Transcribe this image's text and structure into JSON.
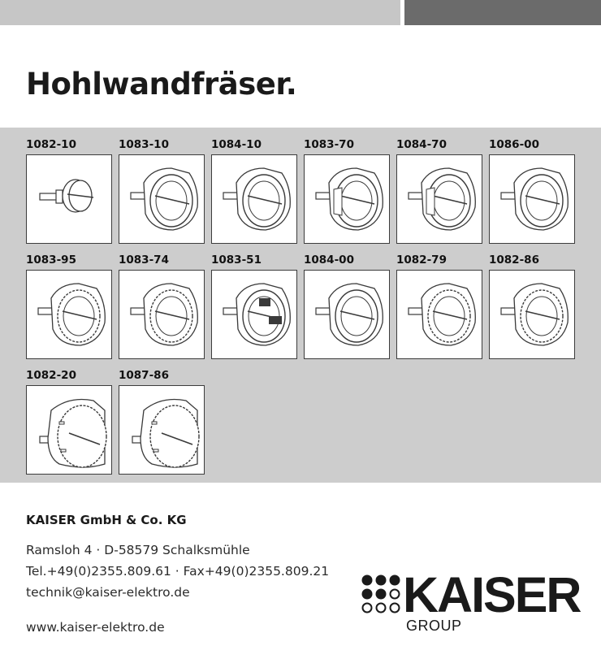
{
  "header": {
    "title": "Hohlwandfräser."
  },
  "products": [
    {
      "code": "1082-10",
      "icon": "small-hole-saw-icon"
    },
    {
      "code": "1083-10",
      "icon": "hole-saw-icon"
    },
    {
      "code": "1084-10",
      "icon": "hole-saw-icon"
    },
    {
      "code": "1083-70",
      "icon": "kaiser-hole-saw-icon"
    },
    {
      "code": "1084-70",
      "icon": "kaiser-hole-saw-icon"
    },
    {
      "code": "1086-00",
      "icon": "hole-saw-icon"
    },
    {
      "code": "1083-95",
      "icon": "carbide-hole-saw-icon"
    },
    {
      "code": "1083-74",
      "icon": "carbide-hole-saw-icon"
    },
    {
      "code": "1083-51",
      "icon": "multi-material-hole-saw-icon"
    },
    {
      "code": "1084-00",
      "icon": "hole-saw-icon"
    },
    {
      "code": "1082-79",
      "icon": "bimetal-hole-saw-icon"
    },
    {
      "code": "1082-86",
      "icon": "bimetal-hole-saw-icon"
    },
    {
      "code": "1082-20",
      "icon": "large-bimetal-hole-saw-icon"
    },
    {
      "code": "1087-86",
      "icon": "large-bimetal-hole-saw-icon"
    }
  ],
  "footer": {
    "company": "KAISER GmbH & Co. KG",
    "address": "Ramsloh 4 · D-58579 Schalksmühle",
    "phone": "Tel.+49(0)2355.809.61 · Fax+49(0)2355.809.21",
    "email": "technik@kaiser-elektro.de",
    "website": "www.kaiser-elektro.de"
  },
  "logo": {
    "word": "KAISER",
    "sub": "GROUP",
    "icon": "kaiser-dots-logo-icon"
  },
  "colors": {
    "top_bar_light": "#c6c6c6",
    "top_bar_dark": "#6b6b6b",
    "grid_background": "#cdcdcd",
    "text": "#1a1a1a"
  }
}
